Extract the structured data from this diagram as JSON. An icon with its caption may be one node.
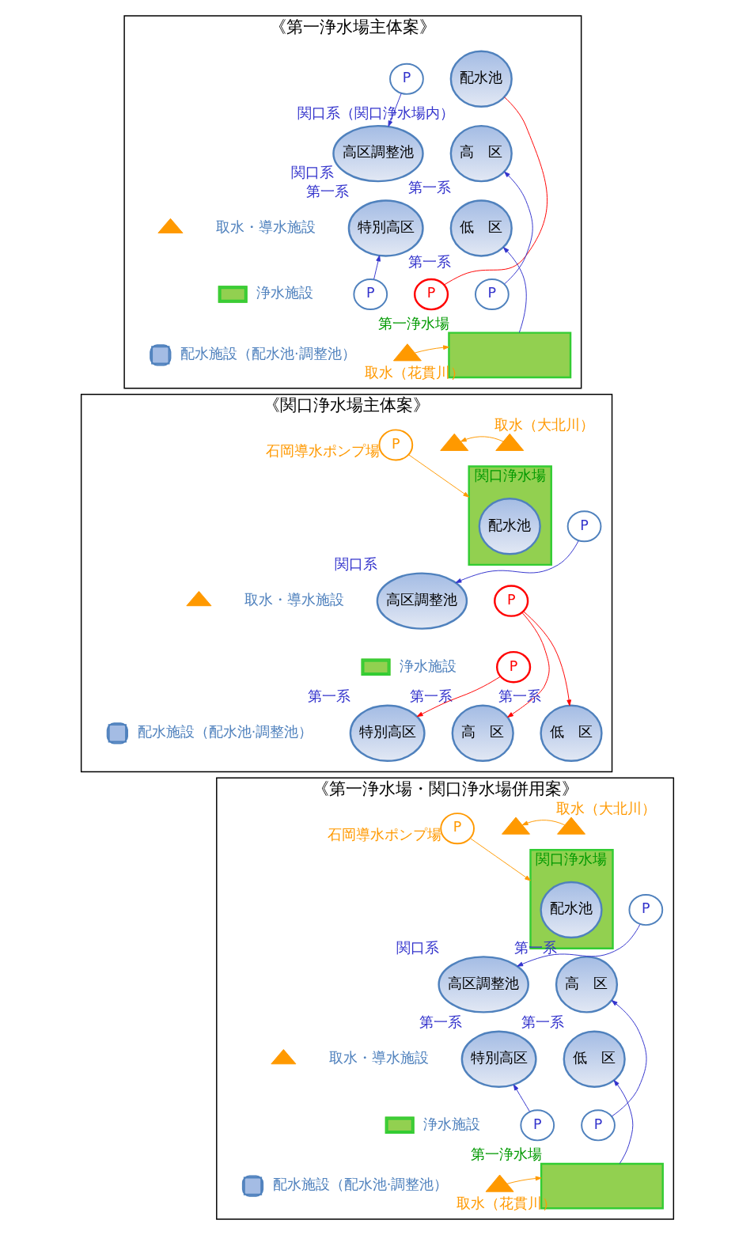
{
  "diagram": {
    "nodes": [
      {
        "text": [
          "《第一浄水場主体案》"
        ]
      },
      {
        "text": [
          "配水池"
        ],
        "in": 0,
        "beside": [
          "関口系（関口浄水場内）"
        ]
      },
      {
        "text": [
          "P"
        ],
        "in": 0
      },
      {
        "text": [
          "高区調整池"
        ],
        "in": 0,
        "beside": [
          "関口系"
        ]
      },
      {
        "text": [
          "高　区"
        ],
        "in": 0,
        "beside": [
          "第一系"
        ]
      },
      {
        "text": [
          "特別高区"
        ],
        "in": 0,
        "beside": [
          "第一系"
        ]
      },
      {
        "text": [
          "低　区"
        ],
        "in": 0,
        "beside": [
          "第一系"
        ]
      },
      {
        "text": [
          "P"
        ],
        "in": 0
      },
      {
        "text": [
          "P"
        ],
        "in": 0
      },
      {
        "text": [
          "P"
        ],
        "in": 0
      },
      {
        "text": [
          "第一浄水場"
        ],
        "in": 0
      },
      {
        "text": [
          "取水（花貫川）"
        ],
        "in": 0
      },
      {
        "text": [
          "《関口浄水場主体案》"
        ]
      },
      {
        "text": [
          "関口浄水場"
        ],
        "in": 12
      },
      {
        "text": [
          "配水池"
        ],
        "in": 13
      },
      {
        "text": [
          "P"
        ],
        "in": 12
      },
      {
        "text": [
          "高区調整池"
        ],
        "in": 12,
        "beside": [
          "関口系"
        ]
      },
      {
        "text": [
          "P"
        ],
        "in": 12,
        "beside": [
          "石岡導水ポンプ場"
        ]
      },
      {
        "text": [],
        "shape": "triangle",
        "in": 12
      },
      {
        "text": [
          "取水（大北川）"
        ],
        "in": 12
      },
      {
        "text": [
          "P"
        ],
        "in": 12
      },
      {
        "text": [
          "P"
        ],
        "in": 12
      },
      {
        "text": [
          "特別高区"
        ],
        "in": 12,
        "beside": [
          "第一系"
        ]
      },
      {
        "text": [
          "高　区"
        ],
        "in": 12,
        "beside": [
          "第一系"
        ]
      },
      {
        "text": [
          "低　区"
        ],
        "in": 12,
        "beside": [
          "第一系"
        ]
      },
      {
        "text": [
          "《第一浄水場・関口浄水場併用案》"
        ]
      },
      {
        "text": [
          "関口浄水場"
        ],
        "in": 25
      },
      {
        "text": [
          "配水池"
        ],
        "in": 26
      },
      {
        "text": [
          "P"
        ],
        "in": 25
      },
      {
        "text": [
          "高区調整池"
        ],
        "in": 25,
        "beside": [
          "関口系"
        ]
      },
      {
        "text": [
          "P"
        ],
        "in": 25,
        "beside": [
          "石岡導水ポンプ場"
        ]
      },
      {
        "text": [],
        "shape": "triangle",
        "in": 25
      },
      {
        "text": [
          "取水（大北川）"
        ],
        "in": 25
      },
      {
        "text": [
          "高　区"
        ],
        "in": 25,
        "beside": [
          "第一系"
        ]
      },
      {
        "text": [
          "特別高区"
        ],
        "in": 25,
        "beside": [
          "第一系"
        ]
      },
      {
        "text": [
          "低　区"
        ],
        "in": 25,
        "beside": [
          "第一系"
        ]
      },
      {
        "text": [
          "P"
        ],
        "in": 25
      },
      {
        "text": [
          "P"
        ],
        "in": 25
      },
      {
        "text": [
          "第一浄水場"
        ],
        "in": 25
      },
      {
        "text": [
          "取水（花貫川）"
        ],
        "in": 25
      }
    ],
    "edges": [
      {
        "from": 2,
        "to": 3,
        "arrow": "to"
      },
      {
        "from": 1,
        "to": 8,
        "arrow": "none",
        "color": "#ff0000"
      },
      {
        "from": 7,
        "to": 5,
        "arrow": "to"
      },
      {
        "from": 9,
        "to": 4,
        "arrow": "to"
      },
      {
        "from": 10,
        "to": 6,
        "arrow": "to"
      },
      {
        "from": 11,
        "to": 10,
        "arrow": "to",
        "color": "#ff9900"
      },
      {
        "from": 15,
        "to": 16,
        "arrow": "to"
      },
      {
        "from": 17,
        "to": 13,
        "arrow": "to",
        "color": "#ff9900"
      },
      {
        "from": 19,
        "to": 18,
        "arrow": "to",
        "color": "#ff9900"
      },
      {
        "from": 20,
        "to": 24,
        "arrow": "to",
        "color": "#ff0000"
      },
      {
        "from": 20,
        "to": 23,
        "arrow": "to",
        "color": "#ff0000"
      },
      {
        "from": 21,
        "to": 22,
        "arrow": "to",
        "color": "#ff0000"
      },
      {
        "from": 28,
        "to": 29,
        "arrow": "to"
      },
      {
        "from": 30,
        "to": 26,
        "arrow": "to",
        "color": "#ff9900"
      },
      {
        "from": 32,
        "to": 31,
        "arrow": "to",
        "color": "#ff9900"
      },
      {
        "from": 36,
        "to": 34,
        "arrow": "to"
      },
      {
        "from": 37,
        "to": 33,
        "arrow": "to"
      },
      {
        "from": 38,
        "to": 35,
        "arrow": "to"
      },
      {
        "from": 39,
        "to": 38,
        "arrow": "to",
        "color": "#ff9900"
      }
    ],
    "legend": [
      {
        "text": "取水・導水施設"
      },
      {
        "text": "浄水施設",
        "color": "#92d050"
      },
      {
        "text": "配水施設（配水池·調整池）"
      },
      {
        "text": "取水・導水施設"
      },
      {
        "text": "浄水施設",
        "color": "#92d050"
      },
      {
        "text": "配水施設（配水池·調整池）"
      },
      {
        "text": "取水・導水施設"
      },
      {
        "text": "浄水施設",
        "color": "#92d050"
      },
      {
        "text": "配水施設（配水池·調整池）"
      }
    ]
  }
}
